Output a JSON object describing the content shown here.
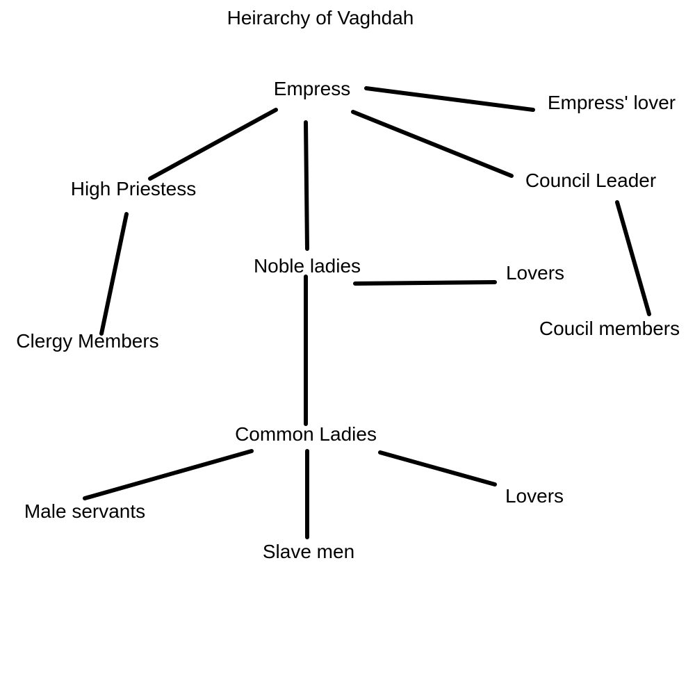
{
  "title": "Heirarchy of Vaghdah",
  "nodes": {
    "empress": "Empress",
    "empress_lover": "Empress' lover",
    "high_priestess": "High Priestess",
    "council_leader": "Council Leader",
    "noble_ladies": "Noble ladies",
    "noble_lovers": "Lovers",
    "clergy_members": "Clergy Members",
    "council_members": "Coucil members",
    "common_ladies": "Common Ladies",
    "male_servants": "Male servants",
    "slave_men": "Slave men",
    "common_lovers": "Lovers"
  },
  "edges": [
    {
      "from": "empress",
      "to": "empress_lover"
    },
    {
      "from": "empress",
      "to": "high_priestess"
    },
    {
      "from": "empress",
      "to": "noble_ladies"
    },
    {
      "from": "empress",
      "to": "council_leader"
    },
    {
      "from": "high_priestess",
      "to": "clergy_members"
    },
    {
      "from": "council_leader",
      "to": "council_members"
    },
    {
      "from": "noble_ladies",
      "to": "noble_lovers"
    },
    {
      "from": "noble_ladies",
      "to": "common_ladies"
    },
    {
      "from": "common_ladies",
      "to": "male_servants"
    },
    {
      "from": "common_ladies",
      "to": "slave_men"
    },
    {
      "from": "common_ladies",
      "to": "common_lovers"
    }
  ],
  "colors": {
    "background": "#ffffff",
    "line": "#000000",
    "text": "#000000"
  }
}
